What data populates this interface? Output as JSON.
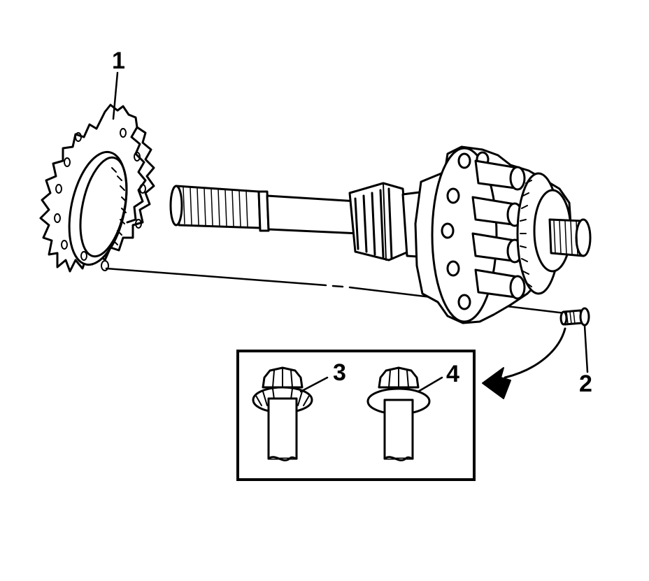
{
  "callouts": {
    "part_1": "1",
    "part_2": "2",
    "part_3": "3",
    "part_4": "4"
  },
  "colors": {
    "ink": "#000000",
    "paper": "#ffffff"
  }
}
